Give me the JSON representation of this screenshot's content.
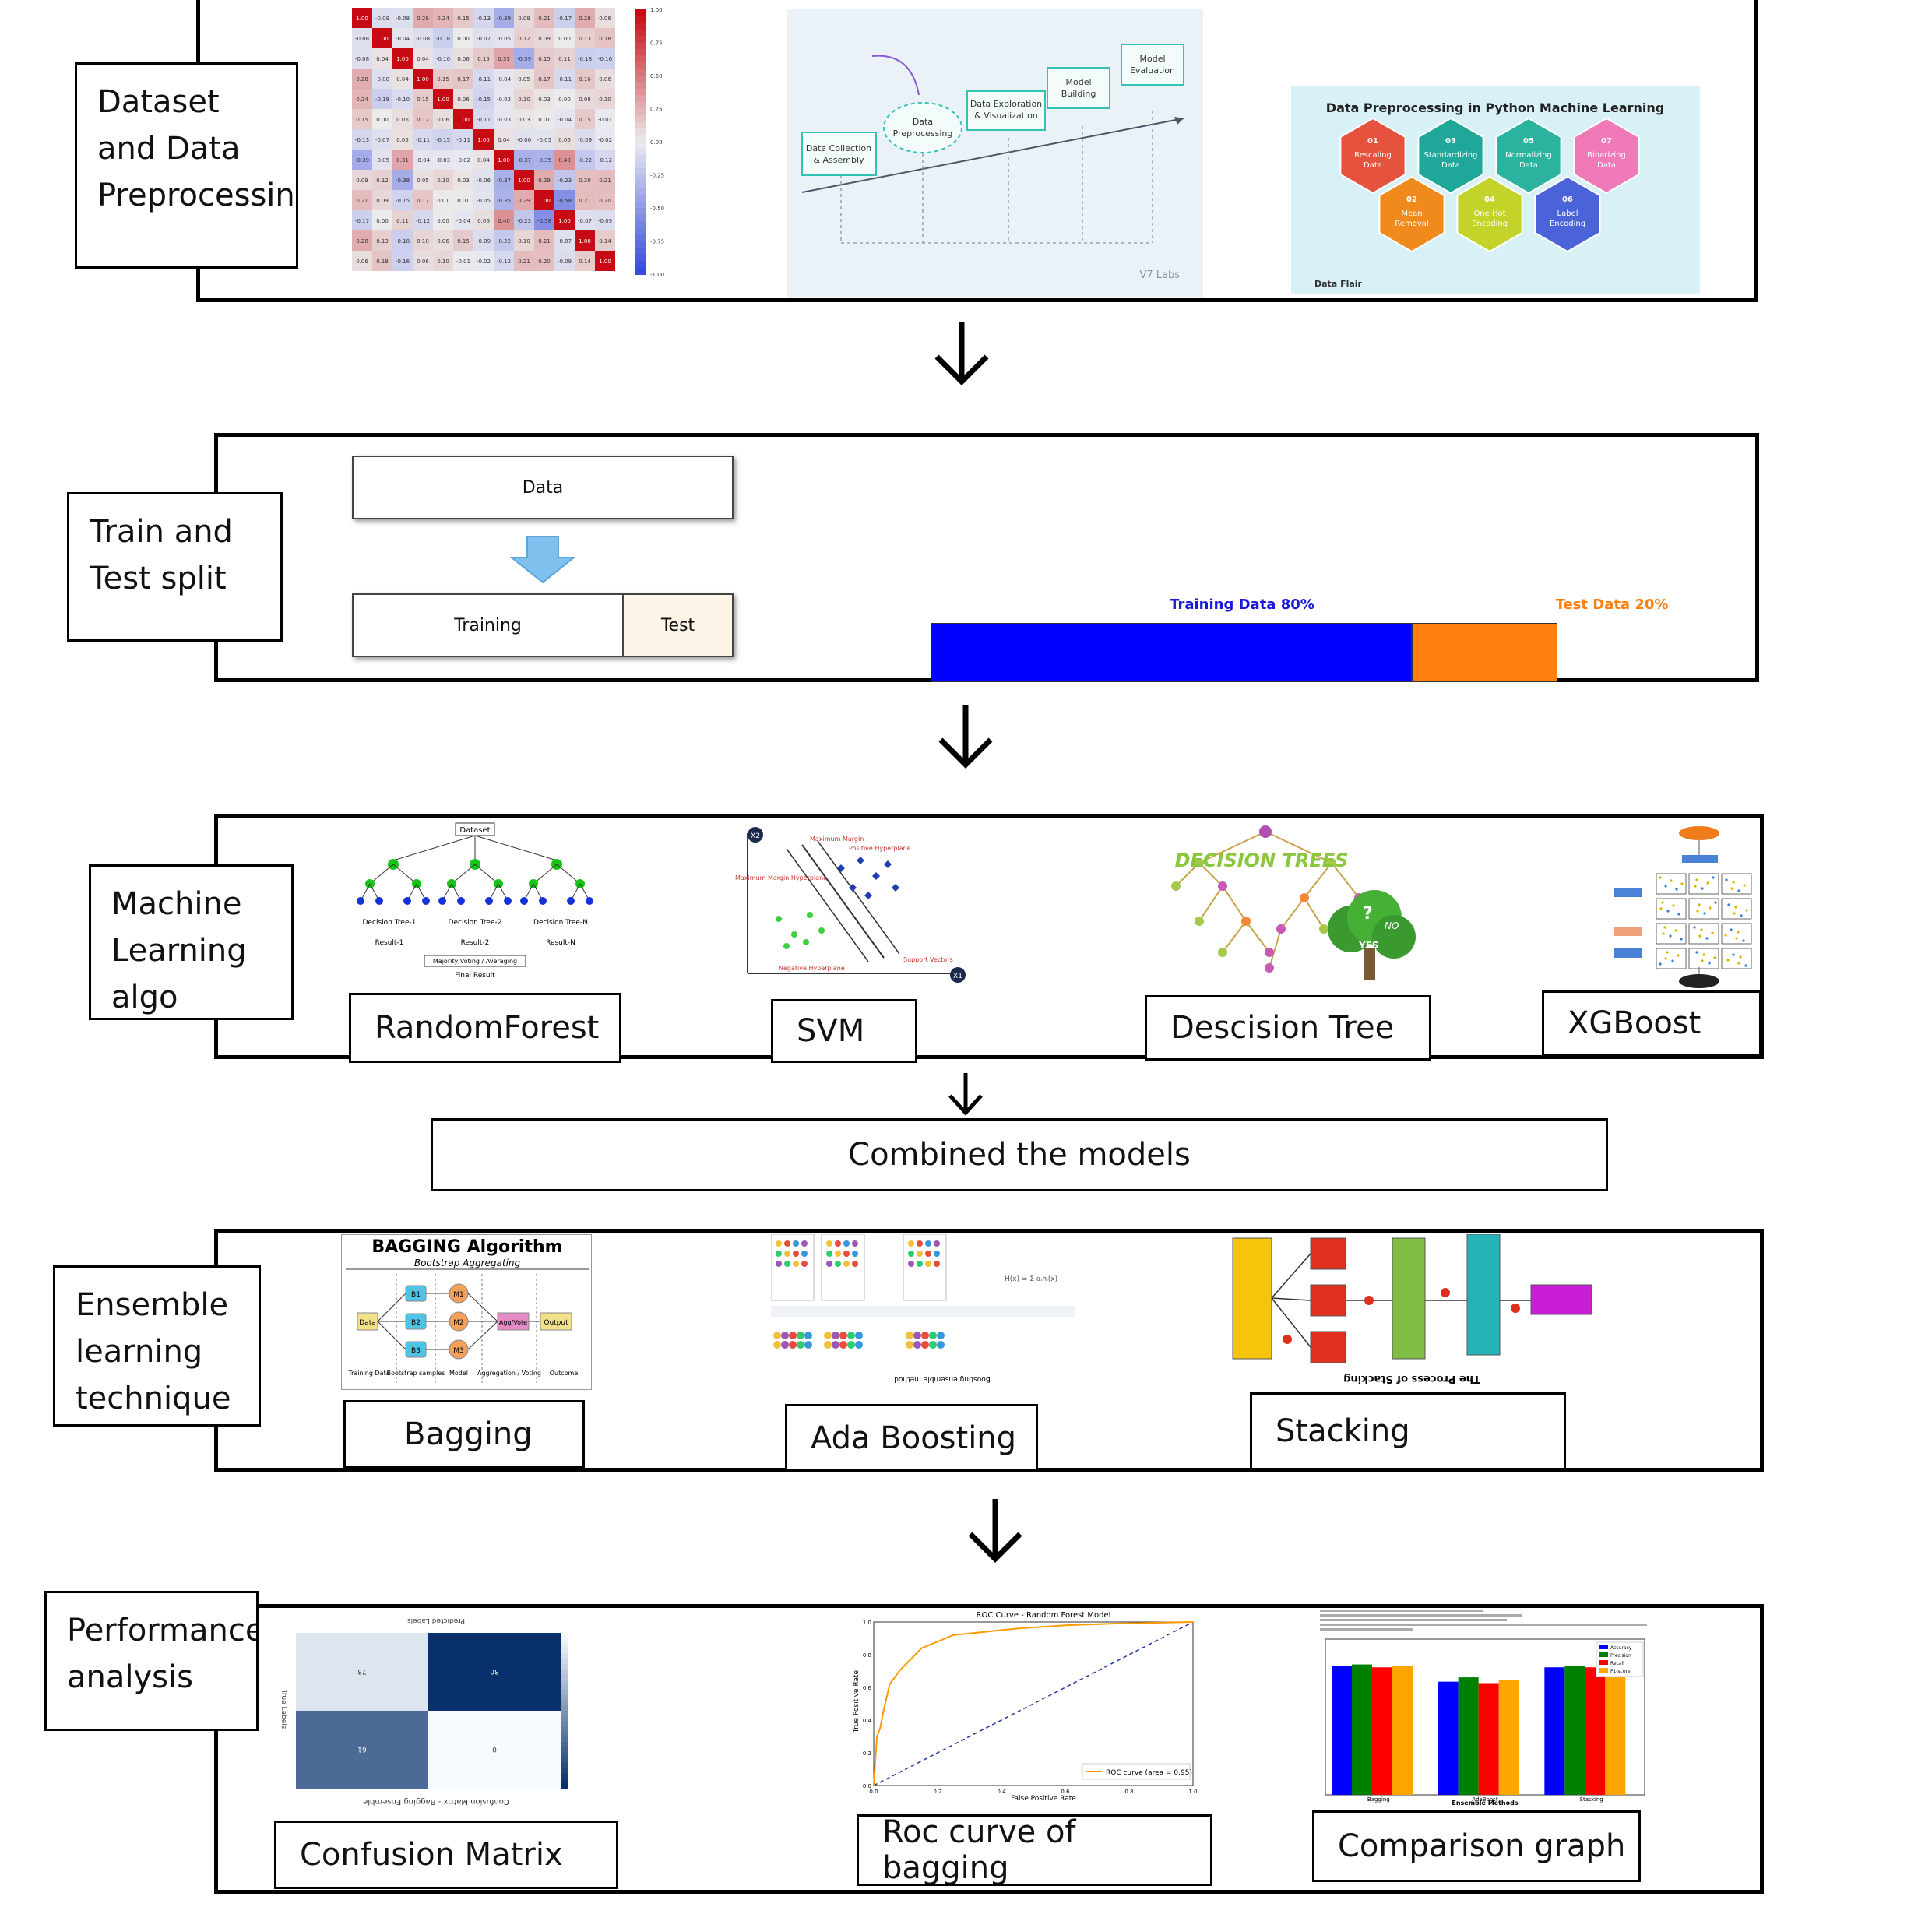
{
  "stages": {
    "dataset": {
      "label": "Dataset and Data Preprocessing"
    },
    "split": {
      "label": "Train and Test split"
    },
    "ml": {
      "label": "Machine Learning algo"
    },
    "ensemble": {
      "label": "Ensemble learning technique"
    },
    "performance": {
      "label": "Performance analysis"
    }
  },
  "dataset_figs": {
    "heatmap": {
      "matrix": [
        [
          1.0,
          -0.09,
          -0.08,
          0.29,
          0.24,
          0.15,
          -0.13,
          -0.39,
          0.09,
          0.21,
          -0.17,
          0.28,
          0.06
        ],
        [
          -0.08,
          1.0,
          -0.04,
          -0.08,
          -0.18,
          0.0,
          -0.07,
          -0.05,
          0.12,
          0.09,
          -0.0,
          0.13,
          0.18
        ],
        [
          -0.08,
          0.04,
          1.0,
          0.04,
          -0.1,
          0.06,
          0.15,
          0.31,
          -0.39,
          0.15,
          0.11,
          -0.18,
          -0.16
        ],
        [
          0.28,
          -0.08,
          0.04,
          1.0,
          0.15,
          0.17,
          -0.11,
          -0.04,
          0.05,
          0.17,
          -0.11,
          0.16,
          0.06
        ],
        [
          0.24,
          -0.18,
          -0.1,
          0.15,
          1.0,
          0.06,
          -0.15,
          -0.03,
          0.1,
          0.03,
          0.0,
          0.08,
          0.1
        ],
        [
          0.15,
          0.0,
          0.06,
          0.17,
          0.06,
          1.0,
          -0.11,
          -0.03,
          0.03,
          0.01,
          -0.04,
          0.15,
          -0.01
        ],
        [
          -0.13,
          -0.07,
          0.05,
          -0.11,
          -0.15,
          -0.11,
          1.0,
          0.04,
          -0.06,
          -0.05,
          0.06,
          -0.09,
          -0.02
        ],
        [
          -0.39,
          -0.05,
          0.31,
          -0.04,
          -0.03,
          -0.02,
          0.04,
          1.0,
          -0.37,
          -0.35,
          0.4,
          -0.22,
          -0.12
        ],
        [
          0.09,
          0.12,
          -0.39,
          0.05,
          0.1,
          0.03,
          -0.06,
          -0.37,
          1.0,
          0.29,
          -0.23,
          0.2,
          0.21
        ],
        [
          0.21,
          0.09,
          -0.15,
          0.17,
          0.01,
          0.01,
          -0.05,
          -0.35,
          0.29,
          1.0,
          -0.58,
          0.21,
          0.2
        ],
        [
          -0.17,
          -0.0,
          0.11,
          -0.12,
          0.0,
          -0.04,
          0.06,
          0.4,
          -0.23,
          -0.58,
          1.0,
          -0.07,
          -0.09
        ],
        [
          0.28,
          0.13,
          -0.18,
          0.1,
          0.06,
          0.15,
          -0.09,
          -0.22,
          0.1,
          0.21,
          -0.07,
          1.0,
          0.14
        ],
        [
          0.06,
          0.18,
          -0.16,
          0.06,
          0.1,
          -0.01,
          -0.02,
          -0.12,
          0.21,
          0.2,
          -0.09,
          0.14,
          1.0
        ]
      ],
      "colorbar_ticks": [
        "1.00",
        "0.75",
        "0.50",
        "0.25",
        "0.00",
        "-0.25",
        "-0.50",
        "-0.75",
        "-1.00"
      ]
    },
    "pipeline": {
      "steps": [
        "Data Collection & Assembly",
        "Data Preprocessing",
        "Data Exploration & Visualization",
        "Model Building",
        "Model Evaluation"
      ],
      "credit": "V7 Labs"
    },
    "preprocessing": {
      "title": "Data Preprocessing in Python Machine Learning",
      "hexes": [
        {
          "num": "01",
          "text": "Rescaling Data",
          "color": "#e5533e"
        },
        {
          "num": "03",
          "text": "Standardizing Data",
          "color": "#1fa89a"
        },
        {
          "num": "05",
          "text": "Normalizing Data",
          "color": "#2bb3a0"
        },
        {
          "num": "07",
          "text": "Binarizing Data",
          "color": "#f07ab8"
        },
        {
          "num": "02",
          "text": "Mean Removal",
          "color": "#f08a1c"
        },
        {
          "num": "04",
          "text": "One Hot Encoding",
          "color": "#c4d32a"
        },
        {
          "num": "06",
          "text": "Label Encoding",
          "color": "#4a63d8"
        }
      ],
      "logo": "Data Flair"
    }
  },
  "split_figs": {
    "data_box": "Data",
    "training_box": "Training",
    "test_box": "Test",
    "bar": {
      "train_label": "Training Data 80%",
      "test_label": "Test Data 20%",
      "train_fraction": 0.8,
      "train_color": "#0000ff",
      "test_color": "#ff7f0e"
    }
  },
  "ml_figs": {
    "rf": {
      "root": "Dataset",
      "trees": [
        "Decision Tree-1",
        "Decision Tree-2",
        "Decision Tree-N"
      ],
      "results": [
        "Result-1",
        "Result-2",
        "Result-N"
      ],
      "vote": "Majority Voting / Averaging",
      "final": "Final Result"
    },
    "svm": {
      "x1": "X1",
      "x2": "X2",
      "max_margin": "Maximum Margin",
      "pos_hyperplane": "Positive Hyperplane",
      "max_margin_hyperplane": "Maximum Margin Hyperplane",
      "neg_hyperplane": "Negative Hyperplane",
      "support": "Support Vectors"
    },
    "dt": {
      "title": "DECISION TREES",
      "no": "NO",
      "yes": "YES",
      "q": "?"
    }
  },
  "ml_captions": {
    "rf": "RandomForest",
    "svm": "SVM",
    "dt": "Descision Tree",
    "xgb": "XGBoost"
  },
  "combined": "Combined the models",
  "ensemble_figs": {
    "bagging": {
      "title": "BAGGING Algorithm",
      "subtitle": "Bootstrap Aggregating",
      "data": "Data",
      "bs": [
        "B1",
        "B2",
        "B3"
      ],
      "ms": [
        "M1",
        "M2",
        "M3"
      ],
      "vote": "Agg/Vote",
      "output": "Output",
      "labels": [
        "Training Data",
        "Bootstrap samples",
        "Model",
        "Aggregation / Voting",
        "Outcome"
      ]
    },
    "adaboost": {
      "caption": "Boosting ensemble method"
    },
    "stacking": {
      "caption": "The Process of Stacking"
    }
  },
  "ensemble_captions": {
    "bagging": "Bagging",
    "ada": "Ada Boosting",
    "stacking": "Stacking"
  },
  "perf_figs": {
    "cm": {
      "title": "Confusion Matrix - Bagging Ensemble",
      "xlabel": "Predicted Labels",
      "ylabel": "True Labels",
      "values": [
        [
          73,
          30
        ],
        [
          61,
          0
        ]
      ]
    },
    "roc": {
      "title": "ROC Curve - Random Forest Model",
      "xlabel": "False Positive Rate",
      "ylabel": "True Positive Rate",
      "legend": "ROC curve (area = 0.95)",
      "ticks": [
        "0.0",
        "0.2",
        "0.4",
        "0.6",
        "0.8",
        "1.0"
      ]
    },
    "comparison": {
      "xlabel": "Ensemble Methods",
      "categories": [
        "Bagging",
        "AdaBoost",
        "Stacking"
      ],
      "series": [
        {
          "name": "Accuracy",
          "color": "#0000ff",
          "values": [
            0.9,
            0.79,
            0.89
          ]
        },
        {
          "name": "Precision",
          "color": "#008000",
          "values": [
            0.91,
            0.82,
            0.9
          ]
        },
        {
          "name": "Recall",
          "color": "#ff0000",
          "values": [
            0.89,
            0.78,
            0.89
          ]
        },
        {
          "name": "F1-score",
          "color": "#ffa500",
          "values": [
            0.9,
            0.8,
            0.89
          ]
        }
      ]
    }
  },
  "perf_captions": {
    "cm": "Confusion Matrix",
    "roc": "Roc curve of bagging",
    "comparison": "Comparison graph"
  }
}
